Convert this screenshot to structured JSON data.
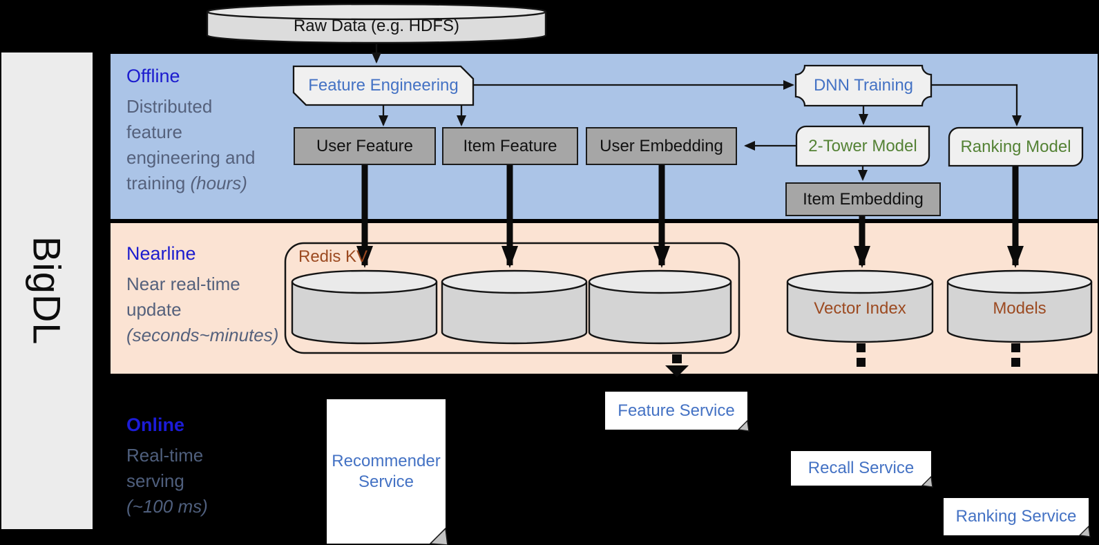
{
  "brand": {
    "label": "BigDL"
  },
  "raw_data": {
    "label": "Raw Data (e.g. HDFS)"
  },
  "bands": {
    "offline": {
      "title": "Offline",
      "desc1": "Distributed",
      "desc2": "feature",
      "desc3": "engineering and",
      "desc4": "training ",
      "desc4_italic": "(hours)"
    },
    "nearline": {
      "title": "Nearline",
      "desc1": "Near real-time",
      "desc2": "update",
      "desc3_italic": "(seconds~minutes)"
    },
    "online": {
      "title": "Online",
      "desc1": "Real-time",
      "desc2": "serving",
      "desc3_italic": "(~100 ms)"
    }
  },
  "nodes": {
    "feature_engineering": "Feature Engineering",
    "dnn_training": "DNN Training",
    "user_feature": "User Feature",
    "item_feature": "Item Feature",
    "user_embedding": "User Embedding",
    "two_tower_model": "2-Tower Model",
    "ranking_model": "Ranking Model",
    "item_embedding": "Item Embedding",
    "redis_kv": "Redis KV",
    "vector_index": "Vector Index",
    "models": "Models"
  },
  "services": {
    "feature_service": "Feature Service",
    "recommender_line1": "Recommender",
    "recommender_line2": "Service",
    "recall_service": "Recall Service",
    "ranking_service": "Ranking Service"
  },
  "colors": {
    "background": "#000000",
    "offline_band": "#ABC4E7",
    "nearline_band": "#FBE3D3",
    "band_title_blue": "#1C1CCE",
    "band_desc_gray": "#55617C",
    "node_label_blue": "#4472C4",
    "node_label_green": "#548235",
    "node_label_brown": "#9C4A21",
    "light_node_fill": "#F0F0F0",
    "gray_node_fill": "#A6A6A6",
    "cylinder_fill": "#D4D4D4",
    "brand_bar_fill": "#ECECEC"
  }
}
